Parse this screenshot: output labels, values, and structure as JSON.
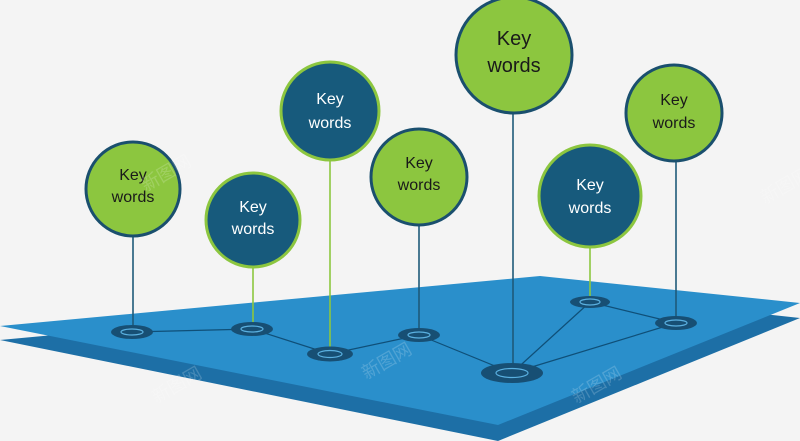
{
  "colors": {
    "background": "#f4f4f4",
    "platform_top": "#2a8fcb",
    "platform_side": "#1d6fa6",
    "green_fill": "#8cc63f",
    "dark_fill": "#175a7c",
    "ring_stroke": "#1a4f6e",
    "pin_line_dark": "#1e5a7a",
    "pin_line_green": "#8cc63f",
    "network_line": "#0f4f78",
    "text_on_green": "#1a1a1a",
    "text_on_dark": "#ffffff"
  },
  "bubbles": [
    {
      "line1": "Key",
      "line2": "words",
      "style": "green"
    },
    {
      "line1": "Key",
      "line2": "words",
      "style": "dark"
    },
    {
      "line1": "Key",
      "line2": "words",
      "style": "dark"
    },
    {
      "line1": "Key",
      "line2": "words",
      "style": "green"
    },
    {
      "line1": "Key",
      "line2": "words",
      "style": "green"
    },
    {
      "line1": "Key",
      "line2": "words",
      "style": "dark"
    },
    {
      "line1": "Key",
      "line2": "words",
      "style": "green"
    }
  ],
  "watermark": "新图网"
}
